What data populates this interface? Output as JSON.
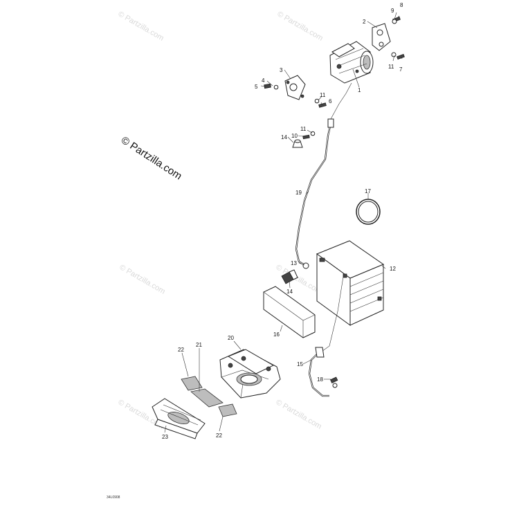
{
  "watermark": {
    "text": "© Partzilla.com"
  },
  "main_watermark": {
    "text": "© Partzilla.com"
  },
  "drawing_code": "34L0908",
  "callouts": [
    "1",
    "2",
    "3",
    "4",
    "5",
    "6",
    "7",
    "8",
    "9",
    "10",
    "11",
    "11",
    "11",
    "12",
    "13",
    "14",
    "14",
    "15",
    "16",
    "17",
    "18",
    "19",
    "20",
    "21",
    "22",
    "22",
    "23"
  ],
  "parts": {
    "starter": "starter motor",
    "battery": "battery",
    "ring": "o-ring",
    "pad": "battery pad",
    "support": "battery support",
    "cover": "battery cover"
  }
}
